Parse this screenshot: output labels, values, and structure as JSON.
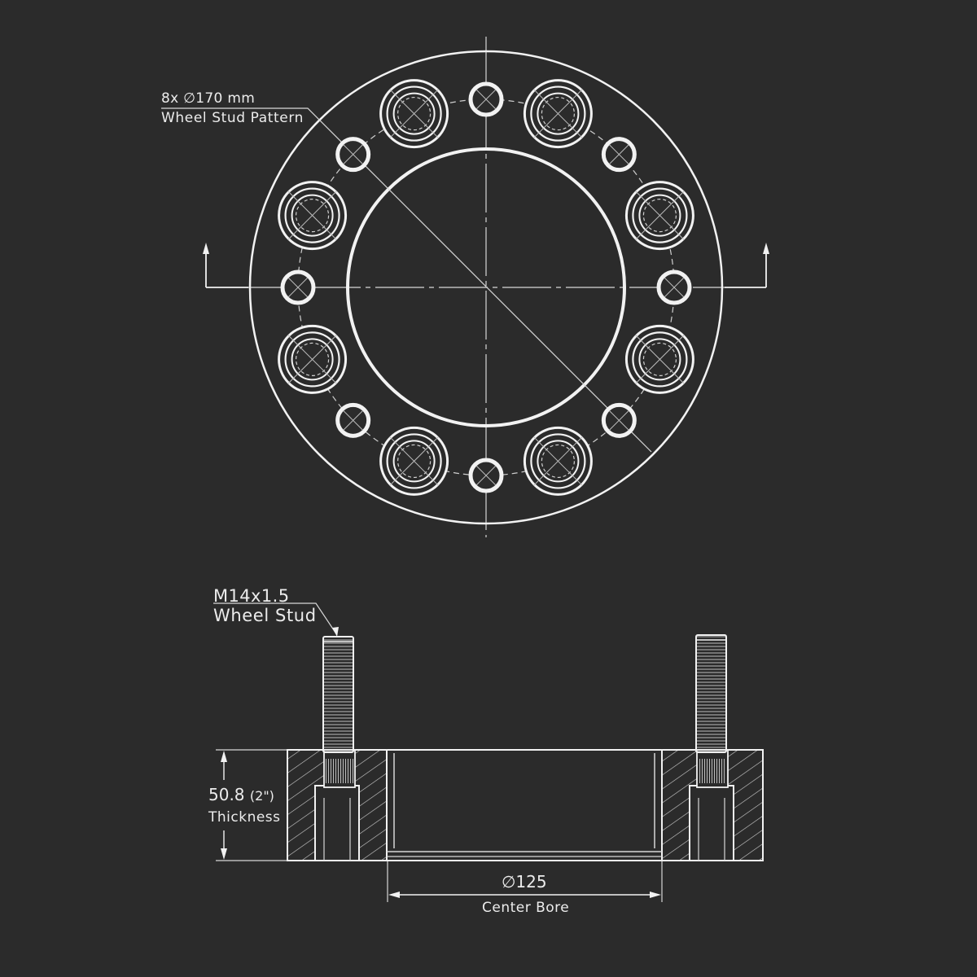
{
  "labels": {
    "stud_pattern": {
      "value": "8x ∅170 mm",
      "caption": "Wheel Stud  Pattern"
    },
    "wheel_stud": {
      "value": "M14x1.5",
      "caption": "Wheel Stud"
    },
    "thickness": {
      "value": "50.8",
      "value_imperial": "(2\")",
      "caption": "Thickness"
    },
    "center_bore": {
      "value": "∅125",
      "caption": "Center Bore"
    }
  },
  "colors": {
    "background": "#2b2b2b",
    "line": "#f2f2f2",
    "thin_line": "#d8d8d8"
  }
}
